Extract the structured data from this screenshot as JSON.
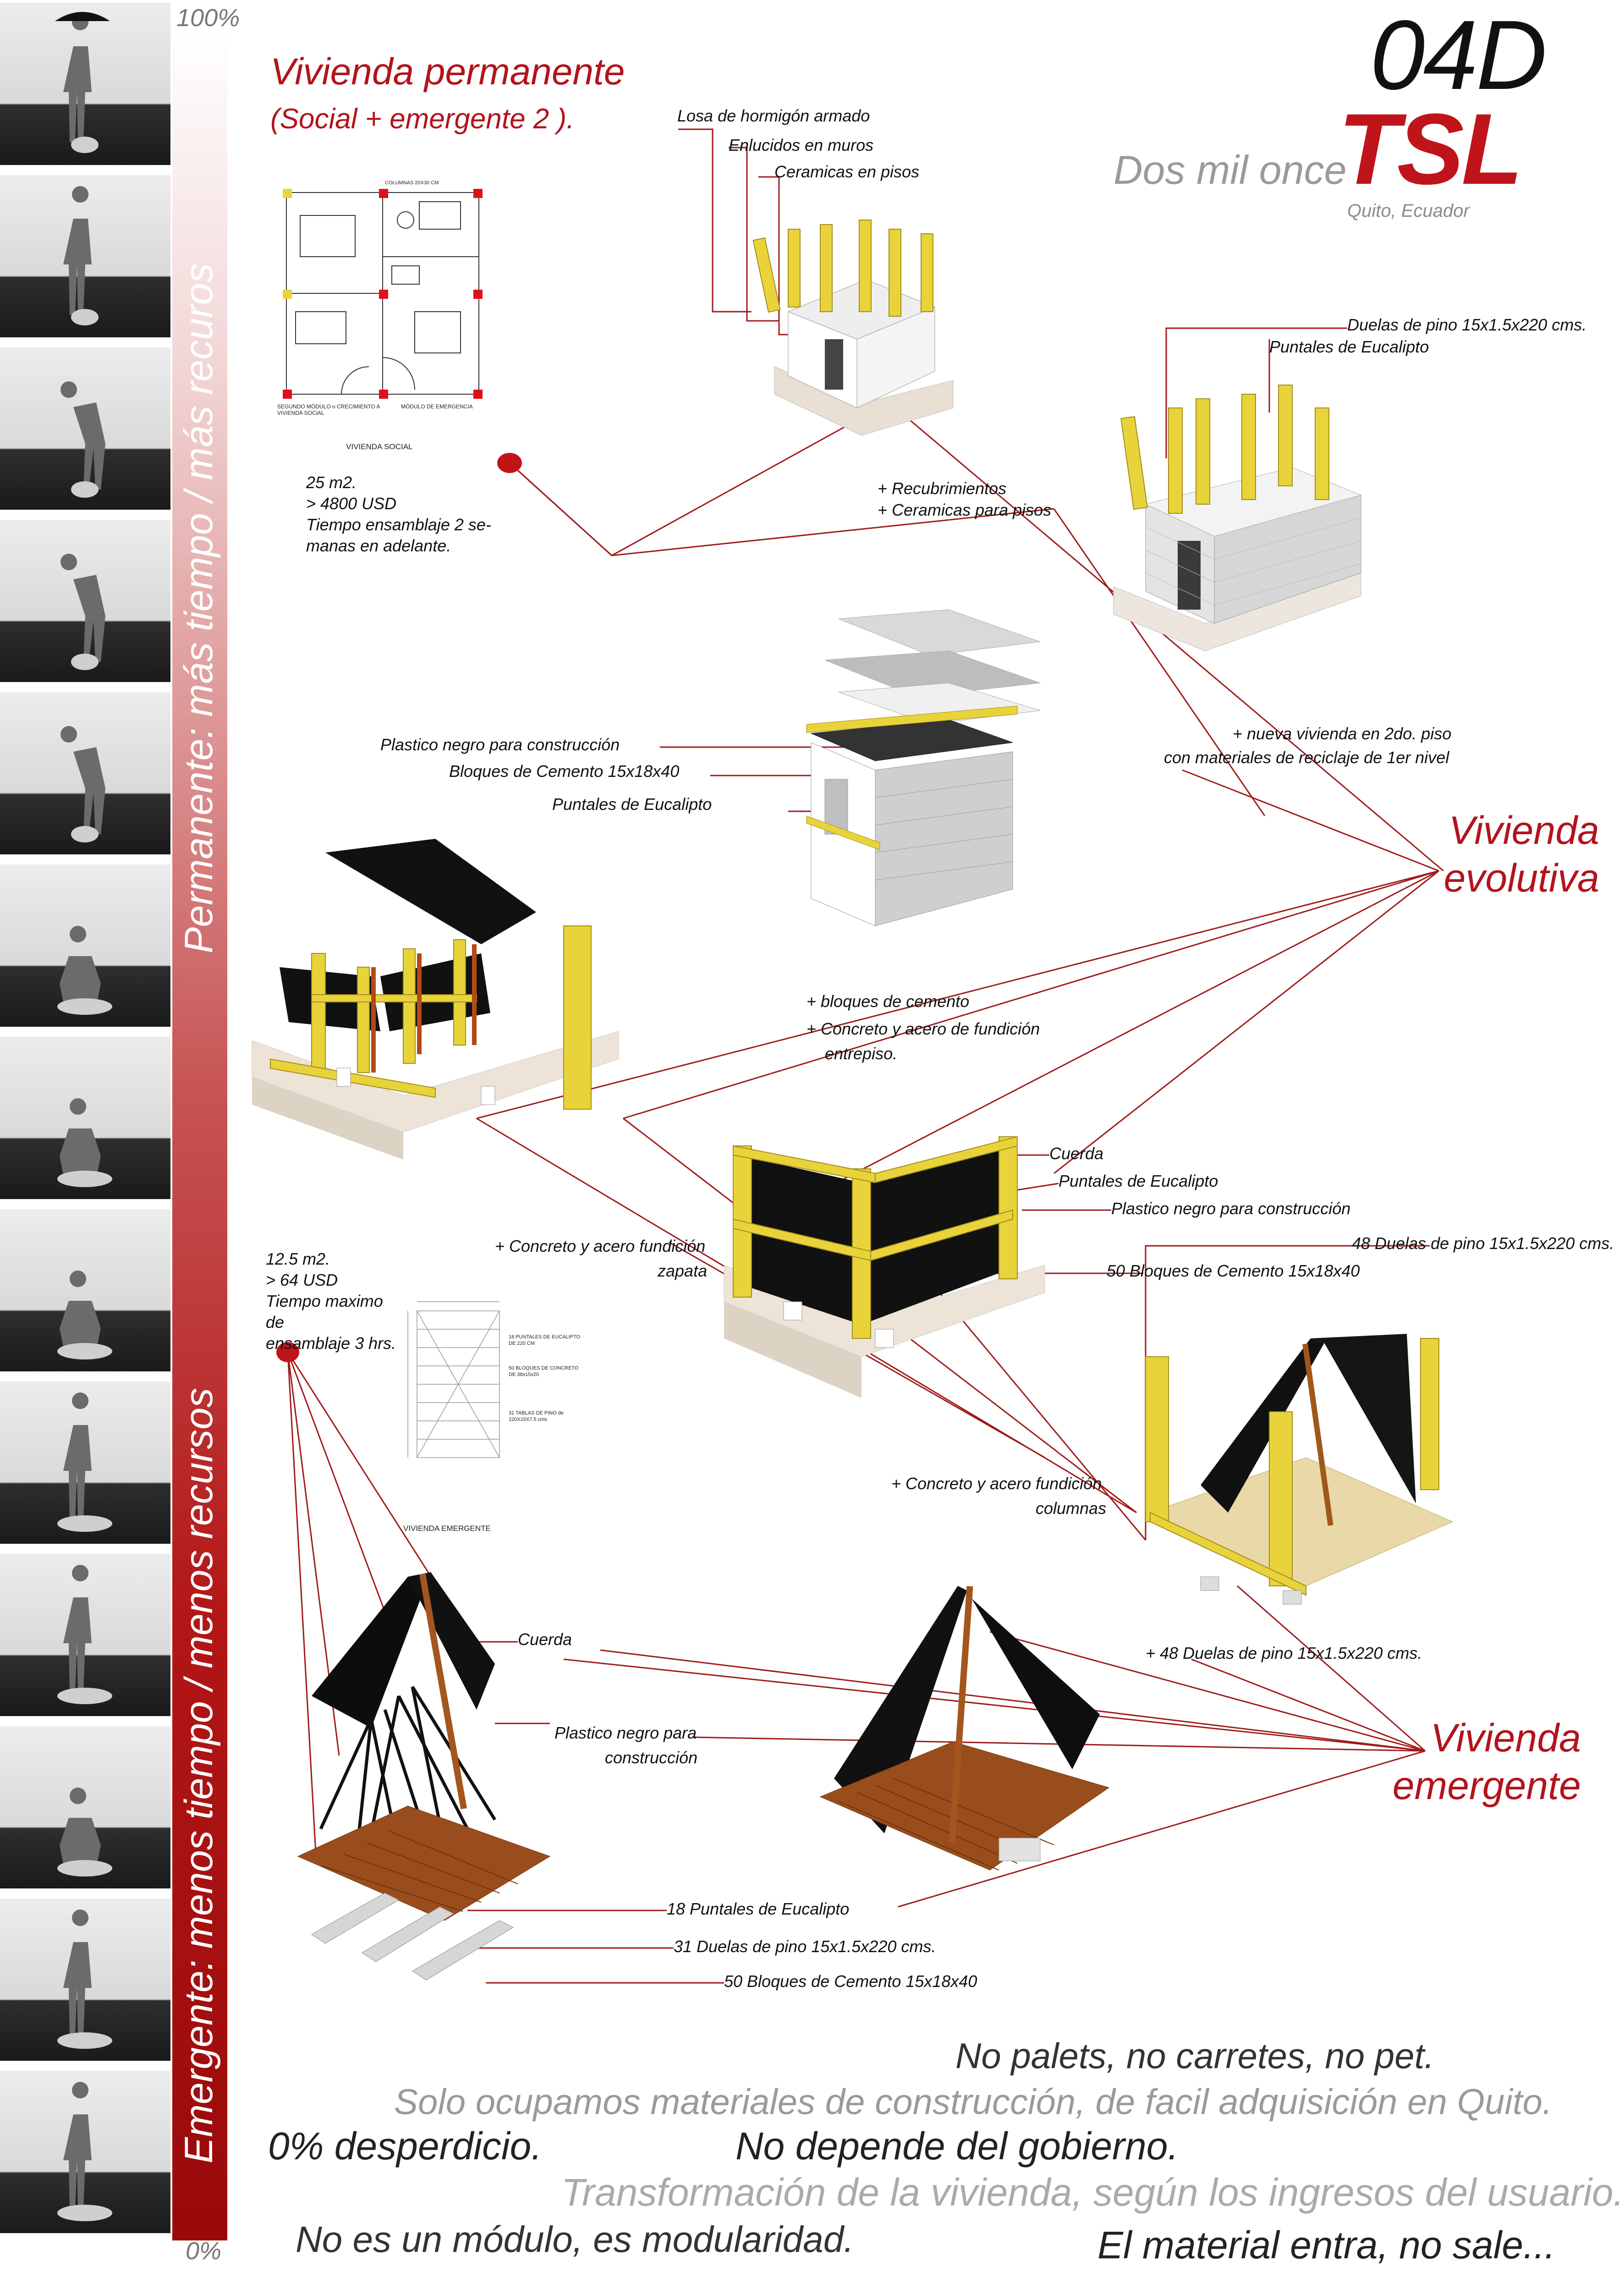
{
  "header": {
    "code": "04D",
    "brand": "TSL",
    "year": "Dos mil once",
    "location": "Quito, Ecuador"
  },
  "scale": {
    "top": "100%",
    "bottom": "0%"
  },
  "side_labels": {
    "permanent": "Permanente: más tiempo / más recuros",
    "emergent": "Emergente:  menos tiempo / menos recursos"
  },
  "permanent": {
    "title": "Vivienda  permanente",
    "subtitle": "(Social + emergente 2 ).",
    "stats": [
      "25 m2.",
      "> 4800 USD",
      "Tiempo ensamblaje 2 se-",
      "manas en adelante."
    ],
    "plan": {
      "columns_note": "COLUMNAS 20X30 CM",
      "label_left": "SEGUNDO MÓDULO o CRECIMIENTO A VIVIENDA SOCIAL",
      "label_right": "MÓDULO DE EMERGENCIA",
      "caption": "VIVIENDA SOCIAL"
    }
  },
  "emergent_stats": [
    "12.5 m2.",
    "> 64 USD",
    "Tiempo  maximo de",
    "ensamblaje 3 hrs."
  ],
  "emergent_plan": {
    "notes": [
      "18 PUNTALES DE EUCALIPTO DE 220 CM",
      "50 BLOQUES DE CONCRETO DE 38x15x20",
      "31 TABLAS DE PINO de 220X15X7.5 cms"
    ],
    "caption": "VIVIENDA EMERGENTE"
  },
  "labels": {
    "losa": "Losa de hormigón armado",
    "enlucidos": "Enlucidos en muros",
    "ceramicas_pisos": "Ceramicas en pisos",
    "duelas_top": "Duelas de pino 15x1.5x220 cms.",
    "puntales_top": "Puntales de Eucalipto",
    "recubrimientos": "+ Recubrimientos",
    "ceramicas_para": "+ Ceramicas para pisos",
    "plastico_mid": "Plastico negro para construcción",
    "bloques_mid": "Bloques de Cemento 15x18x40",
    "puntales_mid": "Puntales de Eucalipto",
    "nueva_vivienda_1": "+ nueva vivienda en 2do. piso",
    "nueva_vivienda_2": "con materiales de reciclaje de 1er nivel",
    "bloques_cemento": "+ bloques de cemento",
    "concreto_entrepiso_1": "+ Concreto y acero de fundición",
    "concreto_entrepiso_2": "entrepiso.",
    "cuerda_mid": "Cuerda",
    "puntales_lower": "Puntales de Eucalipto",
    "plastico_lower": "Plastico negro para construcción",
    "duelas_48": "48 Duelas de pino 15x1.5x220 cms.",
    "bloques_50_mid": "50 Bloques de Cemento 15x18x40",
    "concreto_zapata_1": "+ Concreto y acero fundición",
    "concreto_zapata_2": "zapata",
    "concreto_columnas_1": "+ Concreto y acero fundición",
    "concreto_columnas_2": "columnas",
    "duelas_48_plus": "+ 48 Duelas de pino 15x1.5x220 cms.",
    "cuerda_low": "Cuerda",
    "plastico_low_1": "Plastico negro para",
    "plastico_low_2": "construcción",
    "puntales_18": "18 Puntales de Eucalipto",
    "duelas_31": "31 Duelas de pino 15x1.5x220 cms.",
    "bloques_50_low": "50 Bloques de Cemento 15x18x40"
  },
  "categories": {
    "evolutiva": [
      "Vivienda",
      "evolutiva"
    ],
    "emergente": [
      "Vivienda",
      "emergente"
    ]
  },
  "slogans": {
    "s1": "No palets, no carretes, no pet.",
    "s2": "Solo ocupamos materiales de construcción, de facil adquisición en Quito.",
    "s3": "0% desperdicio.",
    "s4": "No depende del gobierno.",
    "s5": "Transformación de la vivienda, según los ingresos del usuario.",
    "s6": "No es un módulo, es modularidad.",
    "s7": "El material entra, no sale..."
  },
  "colors": {
    "accent": "#b3131b",
    "wood": "#e8d43a",
    "plastic": "#111111"
  }
}
